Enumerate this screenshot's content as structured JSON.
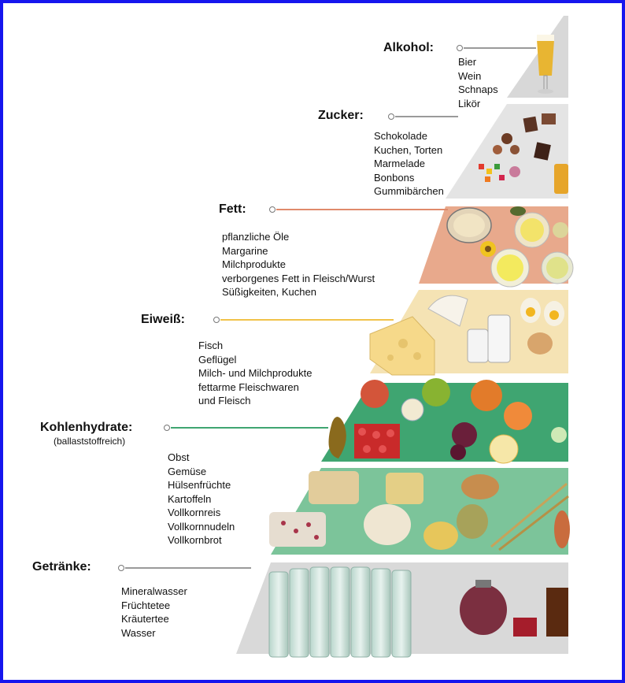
{
  "levels": [
    {
      "id": "alkohol",
      "title": "Alkohol:",
      "items": [
        "Bier",
        "Wein",
        "Schnaps",
        "Likör"
      ]
    },
    {
      "id": "zucker",
      "title": "Zucker:",
      "items": [
        "Schokolade",
        "Kuchen, Torten",
        "Marmelade",
        "Bonbons",
        "Gummibärchen"
      ]
    },
    {
      "id": "fett",
      "title": "Fett:",
      "items": [
        "pflanzliche Öle",
        "Margarine",
        "Milchprodukte",
        "verborgenes Fett in Fleisch/Wurst",
        "Süßigkeiten, Kuchen"
      ]
    },
    {
      "id": "eiweiss",
      "title": "Eiweiß:",
      "items": [
        "Fisch",
        "Geflügel",
        "Milch- und Milchprodukte",
        "fettarme Fleischwaren",
        "und Fleisch"
      ]
    },
    {
      "id": "kohlenhydrate",
      "title": "Kohlenhydrate:",
      "subtitle": "(ballaststoffreich)",
      "items": [
        "Obst",
        "Gemüse",
        "Hülsenfrüchte",
        "Kartoffeln",
        "Vollkornreis",
        "Vollkornnudeln",
        "Vollkornbrot"
      ]
    },
    {
      "id": "getraenke",
      "title": "Getränke:",
      "items": [
        "Mineralwasser",
        "Früchtetee",
        "Kräutertee",
        "Wasser"
      ]
    }
  ],
  "colors": {
    "frame": "#1616ee",
    "alkohol": "#d8d8d8",
    "zucker": "#e4e4e4",
    "fett": "#e8a98c",
    "eiweiss": "#f5e3b4",
    "kohlenhydrate": "#3fa571",
    "kohlenhydrate_light": "#7cc49a",
    "getraenke": "#d9d9d9"
  }
}
